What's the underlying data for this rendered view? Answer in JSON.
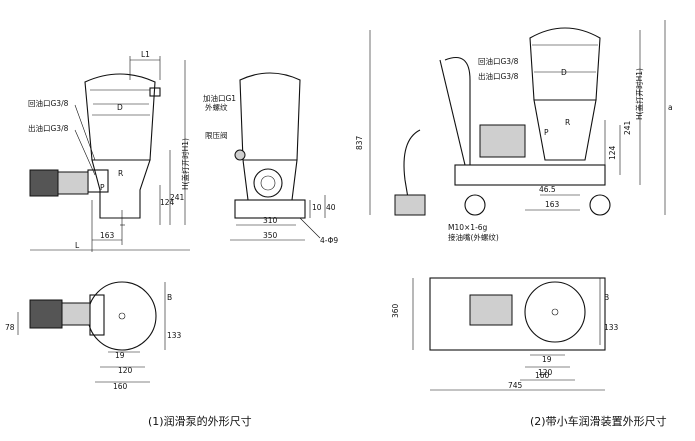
{
  "front": {
    "L1": "L1",
    "D": "D",
    "return_port": "回油口G3/8",
    "outlet_port": "出油口G3/8",
    "R": "R",
    "P": "P",
    "d124": "124",
    "d241": "241",
    "H": "H(盖打开时H1)",
    "d163": "163",
    "L": "L"
  },
  "side": {
    "fill_port": "加油口G1",
    "thread": "外螺纹",
    "relief_valve": "限压阀",
    "d310": "310",
    "d350": "350",
    "d10": "10",
    "d40": "40",
    "holes": "4-Φ9"
  },
  "top": {
    "B": "B",
    "d133": "133",
    "d78": "78",
    "d19": "19",
    "d120": "120",
    "d160": "160"
  },
  "cart": {
    "d837": "837",
    "D": "D",
    "return_port": "回油口G3/8",
    "outlet_port": "出油口G3/8",
    "R": "R",
    "P": "P",
    "d124": "124",
    "d241": "241",
    "H": "H(盖打开时H1)",
    "a": "a",
    "d46_5": "46.5",
    "d163": "163",
    "nozzle_thread": "M10×1-6g",
    "nozzle_label": "接油嘴(外螺纹)"
  },
  "cart_top": {
    "d360": "360",
    "B": "B",
    "d133": "133",
    "d19": "19",
    "d120": "120",
    "d160": "160",
    "d745": "745"
  },
  "captions": {
    "left": "(1)润滑泵的外形尺寸",
    "right": "(2)带小车润滑装置外形尺寸"
  }
}
